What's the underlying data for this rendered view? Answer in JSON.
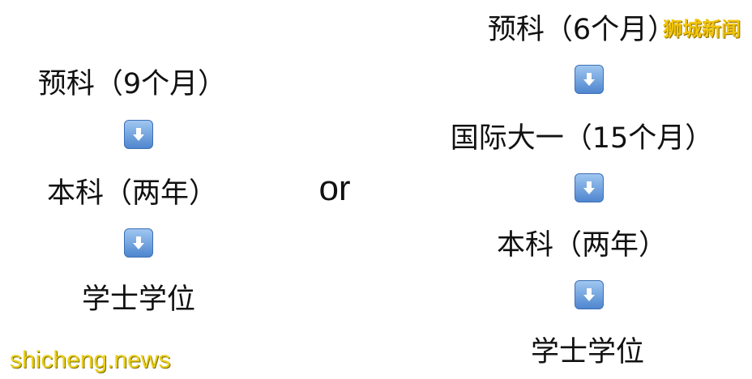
{
  "left_path": {
    "steps": [
      "预科（9个月）",
      "本科（两年）",
      "学士学位"
    ],
    "arrows": [
      "arrow-down-icon",
      "arrow-down-icon"
    ]
  },
  "separator": "or",
  "right_path": {
    "steps": [
      "预科（6个月）",
      "国际大一（15个月）",
      "本科（两年）",
      "学士学位"
    ],
    "arrows": [
      "arrow-down-icon",
      "arrow-down-icon",
      "arrow-down-icon"
    ]
  },
  "watermarks": {
    "top_right": "狮城新闻",
    "bottom_left": "shicheng.news"
  },
  "colors": {
    "text": "#111111",
    "arrow_button": "#4f86cf",
    "watermark": "#f2c40a"
  }
}
